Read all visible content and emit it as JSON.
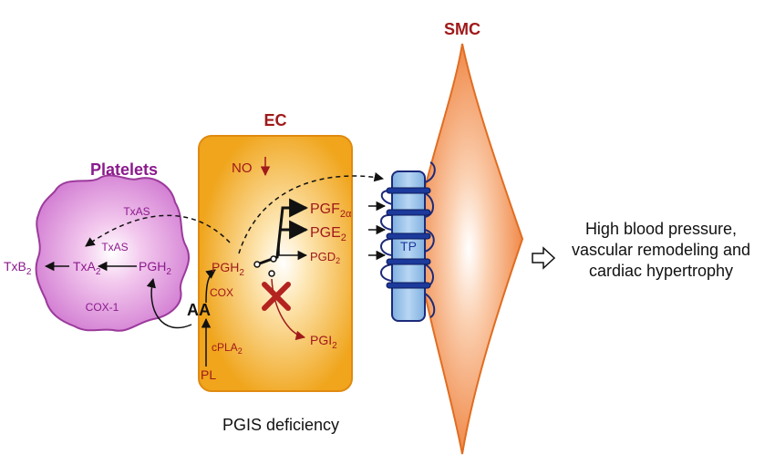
{
  "labels": {
    "smc": "SMC",
    "ec": "EC",
    "platelets": "Platelets",
    "no": "NO",
    "txas_top": "TxAS",
    "txas_mid": "TxAS",
    "txb2": "TxB",
    "txa2": "TxA",
    "pgh2_platelet": "PGH",
    "cox1": "COX-1",
    "aa": "AA",
    "pgh2_ec": "PGH",
    "cox": "COX",
    "cpla2": "cPLA",
    "pl": "PL",
    "pgf2a": "PGF",
    "pgf2a_sub": "2α",
    "pge2": "PGE",
    "pgd2": "PGD",
    "pgi2": "PGI",
    "sub2": "2",
    "tp": "TP"
  },
  "outcome": {
    "line1": "High blood pressure,",
    "line2": "vascular remodeling and",
    "line3": "cardiac hypertrophy"
  },
  "caption": "PGIS deficiency",
  "colors": {
    "dark_red": "#a0191a",
    "platelet_purple": "#8b1a8c",
    "ec_orange": "#f0a51c",
    "smc_orange": "#f08a4a",
    "tp_blue": "#8fbbe6",
    "receptor_navy": "#1c2a7a",
    "x_mark": "#b3231f"
  }
}
